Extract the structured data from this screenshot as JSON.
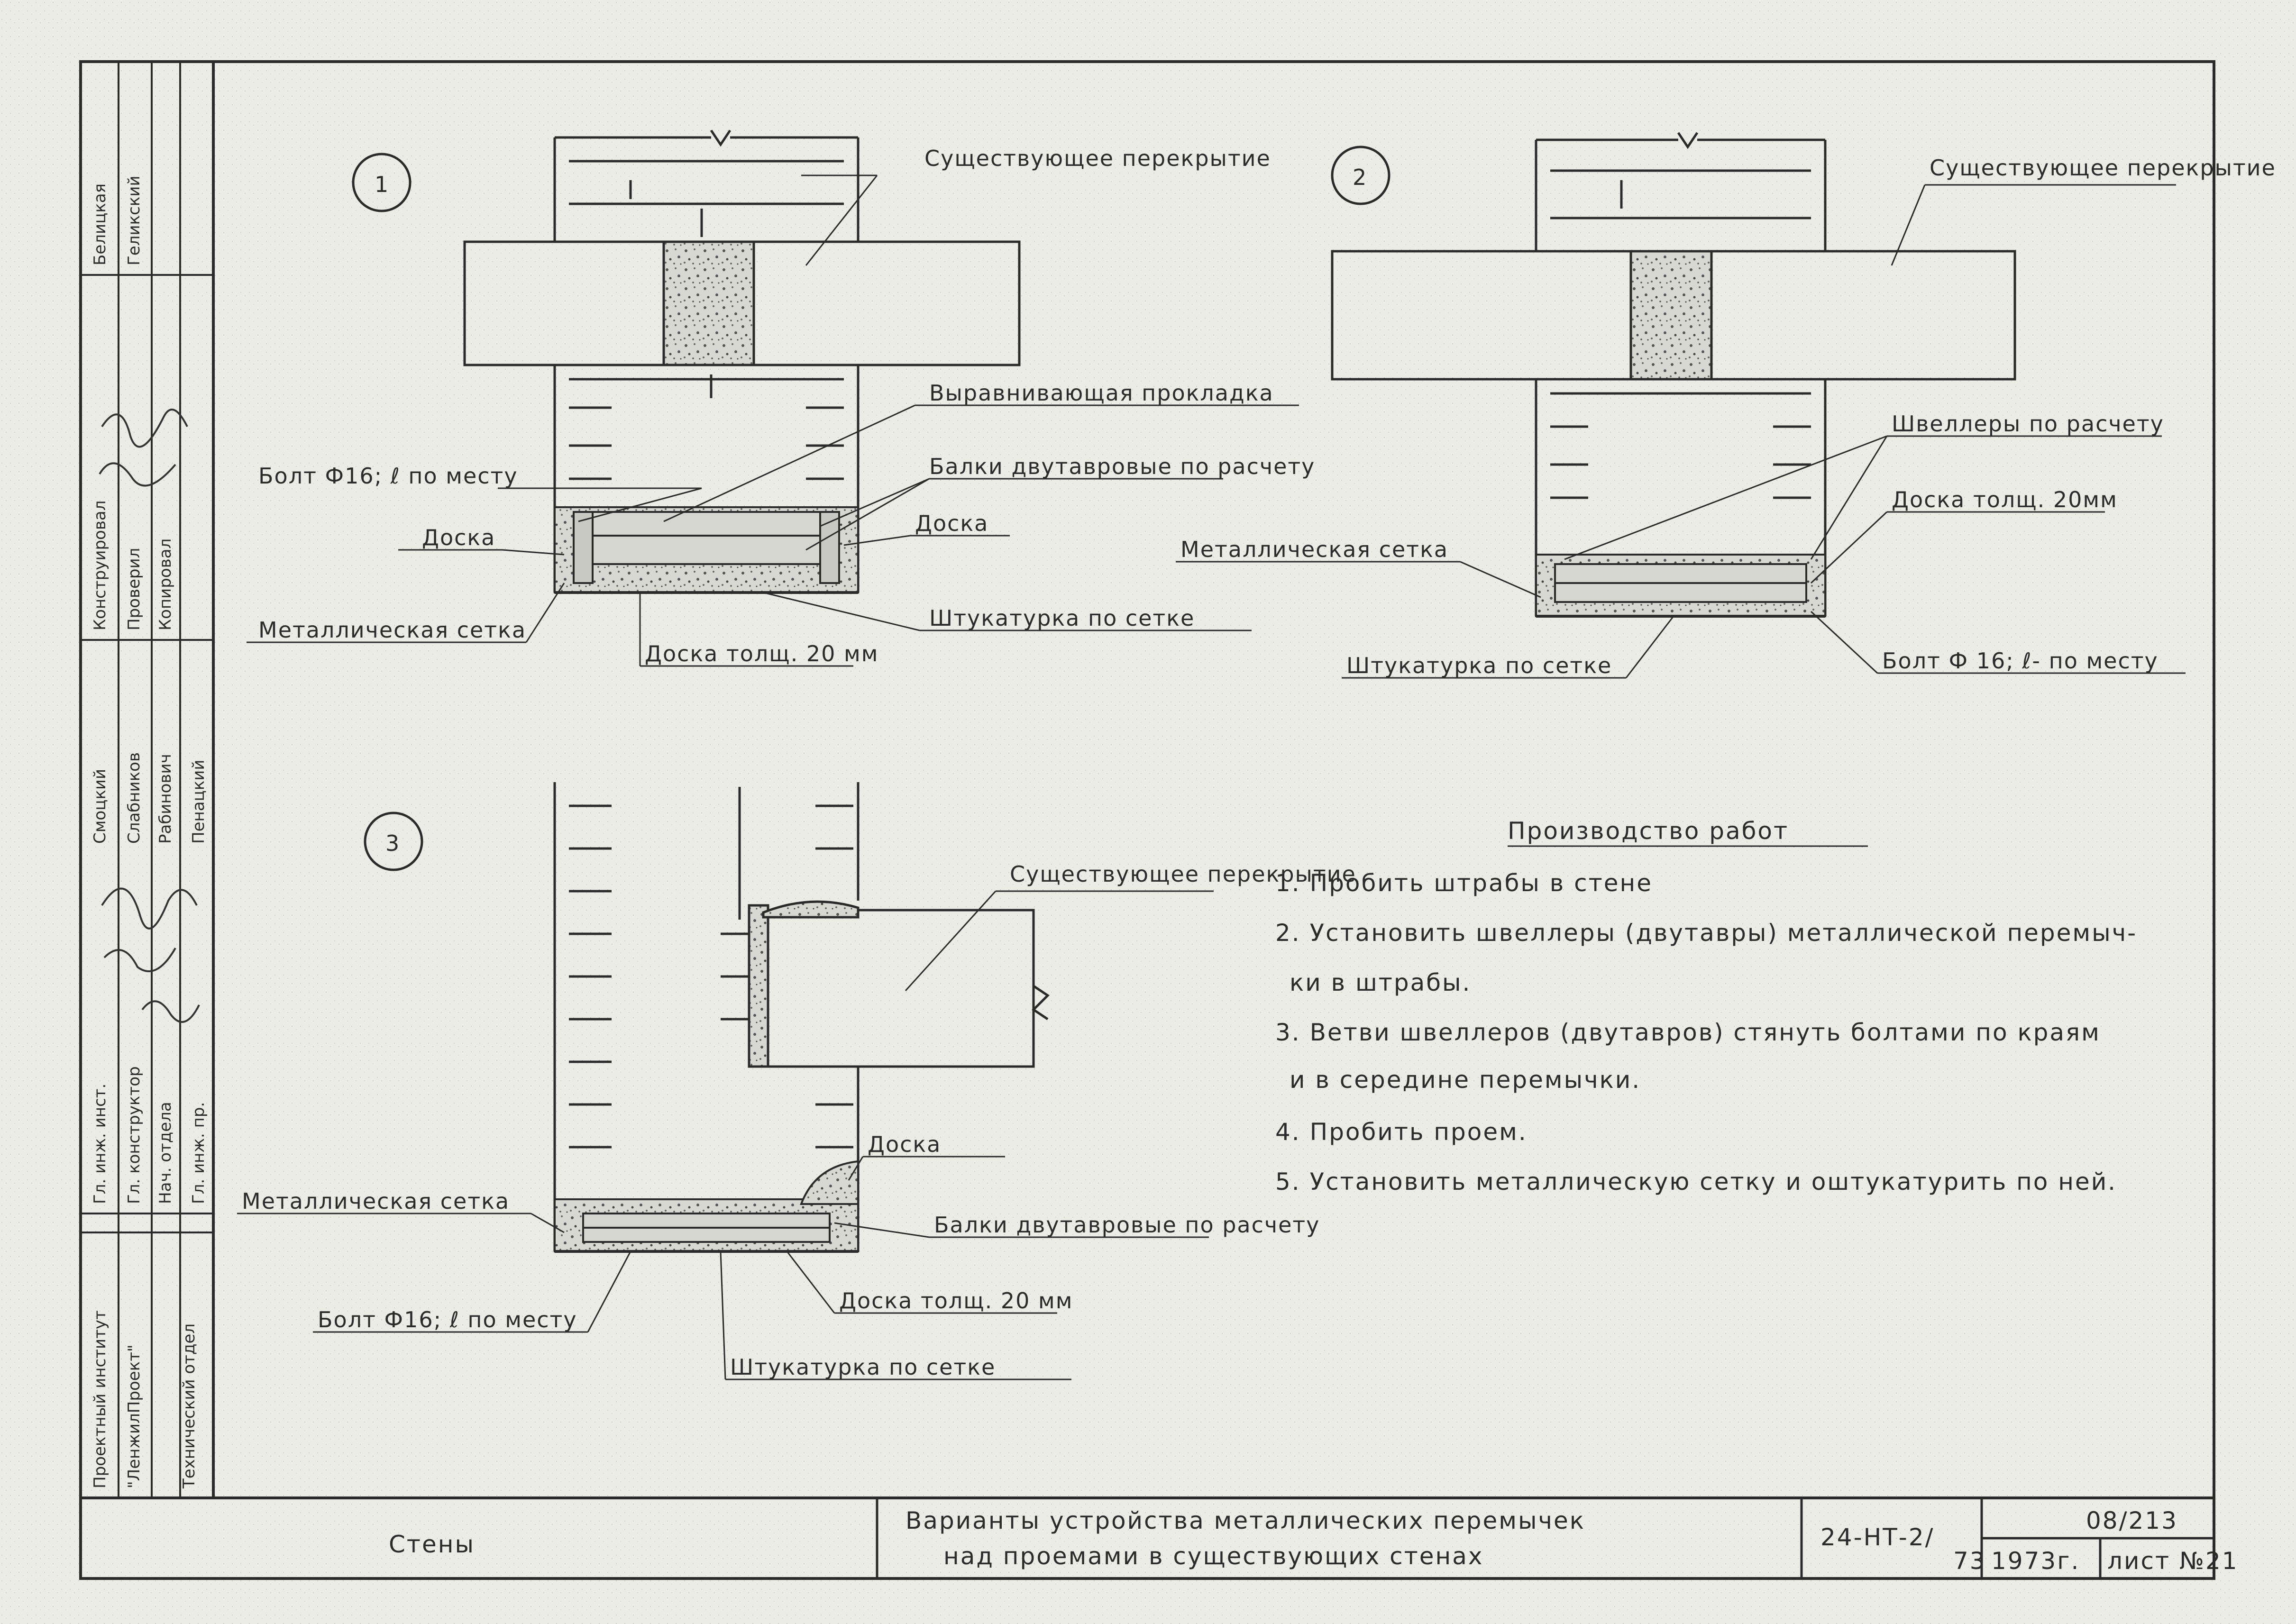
{
  "left_stamp": {
    "names_col1": [
      "Белицкая",
      "Смоцкий"
    ],
    "names_col2": [
      "Геликский",
      "Слабников",
      "Рабинович",
      "Пенацкий"
    ],
    "roles_top": [
      "Конструировал",
      "Проверил",
      "Копировал"
    ],
    "roles_bottom": [
      "Гл. инж. инст.",
      "Гл. конструктор",
      "Нач. отдела",
      "Гл. инж. пр."
    ],
    "institute": [
      "Проектный институт",
      "\"ЛенжилПроект\""
    ],
    "department": "Технический отдел"
  },
  "diagram_1": {
    "number": "1",
    "labels": {
      "existing_floor": "Существующее перекрытие",
      "wood_lining": "Выравнивающая прокладка",
      "bolt": "Болт Ф16; ℓ по месту",
      "beams": "Балки двутавровые по расчету",
      "board_left": "Доска",
      "board_right": "Доска",
      "mesh": "Металлическая сетка",
      "plaster": "Штукатурка по сетке",
      "board_thick": "Доска толщ. 20 мм"
    }
  },
  "diagram_2": {
    "number": "2",
    "labels": {
      "existing_floor": "Существующее перекрытие",
      "channels": "Швеллеры по расчету",
      "board_thick": "Доска толщ. 20мм",
      "mesh": "Металлическая сетка",
      "plaster": "Штукатурка по сетке",
      "bolt": "Болт Ф 16; ℓ- по месту"
    }
  },
  "diagram_3": {
    "number": "3",
    "labels": {
      "existing_floor": "Существующее перекрытие",
      "board": "Доска",
      "mesh": "Металлическая сетка",
      "beams": "Балки двутавровые по расчету",
      "bolt": "Болт Ф16; ℓ по месту",
      "board_thick": "Доска толщ. 20 мм",
      "plaster": "Штукатурка по сетке"
    }
  },
  "notes": {
    "title": "Производство работ",
    "items": [
      "1. Пробить штрабы в стене",
      "2. Установить швеллеры (двутавры) металлической перемыч-",
      "ки в штрабы.",
      "3. Ветви швеллеров (двутавров) стянуть болтами по краям",
      "и в середине перемычки.",
      "4. Пробить проем.",
      "5. Установить металлическую сетку и оштукатурить по ней."
    ]
  },
  "title_block": {
    "section": "Стены",
    "title_line1": "Варианты устройства металлических перемычек",
    "title_line2": "над проемами в существующих стенах",
    "code": "24-НТ-2/",
    "code_suffix": "73",
    "number": "08/213",
    "year": "1973г.",
    "sheet": "лист №21"
  }
}
